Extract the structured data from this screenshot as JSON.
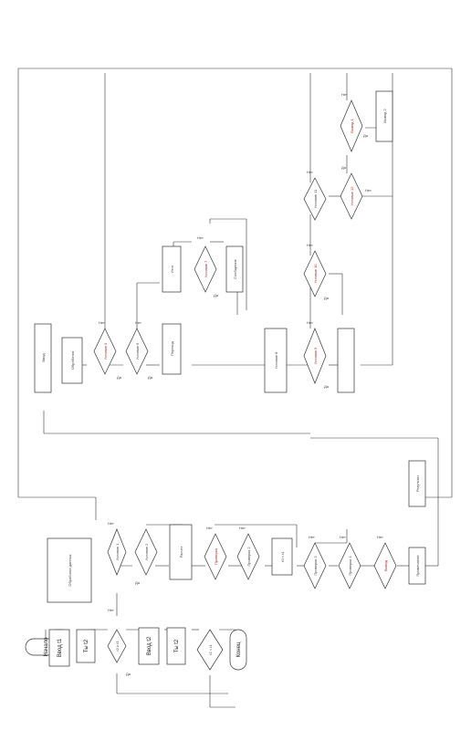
{
  "diagram": {
    "start": "Начало",
    "end": "Конец",
    "yes": "Да",
    "no": "Нет",
    "blocks": {
      "step1": "Ввод t1",
      "step2": "Ты t2",
      "cond1": "t2 ≥ t1",
      "step3": "Ввод t2",
      "step4": "Ты t2",
      "cond2": "t2 < t1",
      "c1": "Условие 1",
      "c2": "Условие 2",
      "process_main": "Обработка данных",
      "c3": "Проверка",
      "c4": "Проверка 2",
      "p2": "Расчет",
      "c5": "t0 < t1",
      "c6": "Проверка 3",
      "c7": "Проверка 4",
      "p3": "Вывод",
      "note": "Примечание",
      "top_box": "Результат",
      "p4": "Ввод",
      "c_top1": "Условие 5",
      "c_top2": "Условие 6",
      "p5": "Обработка",
      "p6": "Переход",
      "c_top3": "Условие 7",
      "p7": "Итог",
      "p8": "Сообщение",
      "c_r1": "Условие 8",
      "c_r2": "Условие 9",
      "c_r3": "Условие 10",
      "c_r4": "Условие 11",
      "c_r5": "Условие 12",
      "p_end1": "Вывод 1",
      "p_end2": "Вывод 2"
    }
  }
}
